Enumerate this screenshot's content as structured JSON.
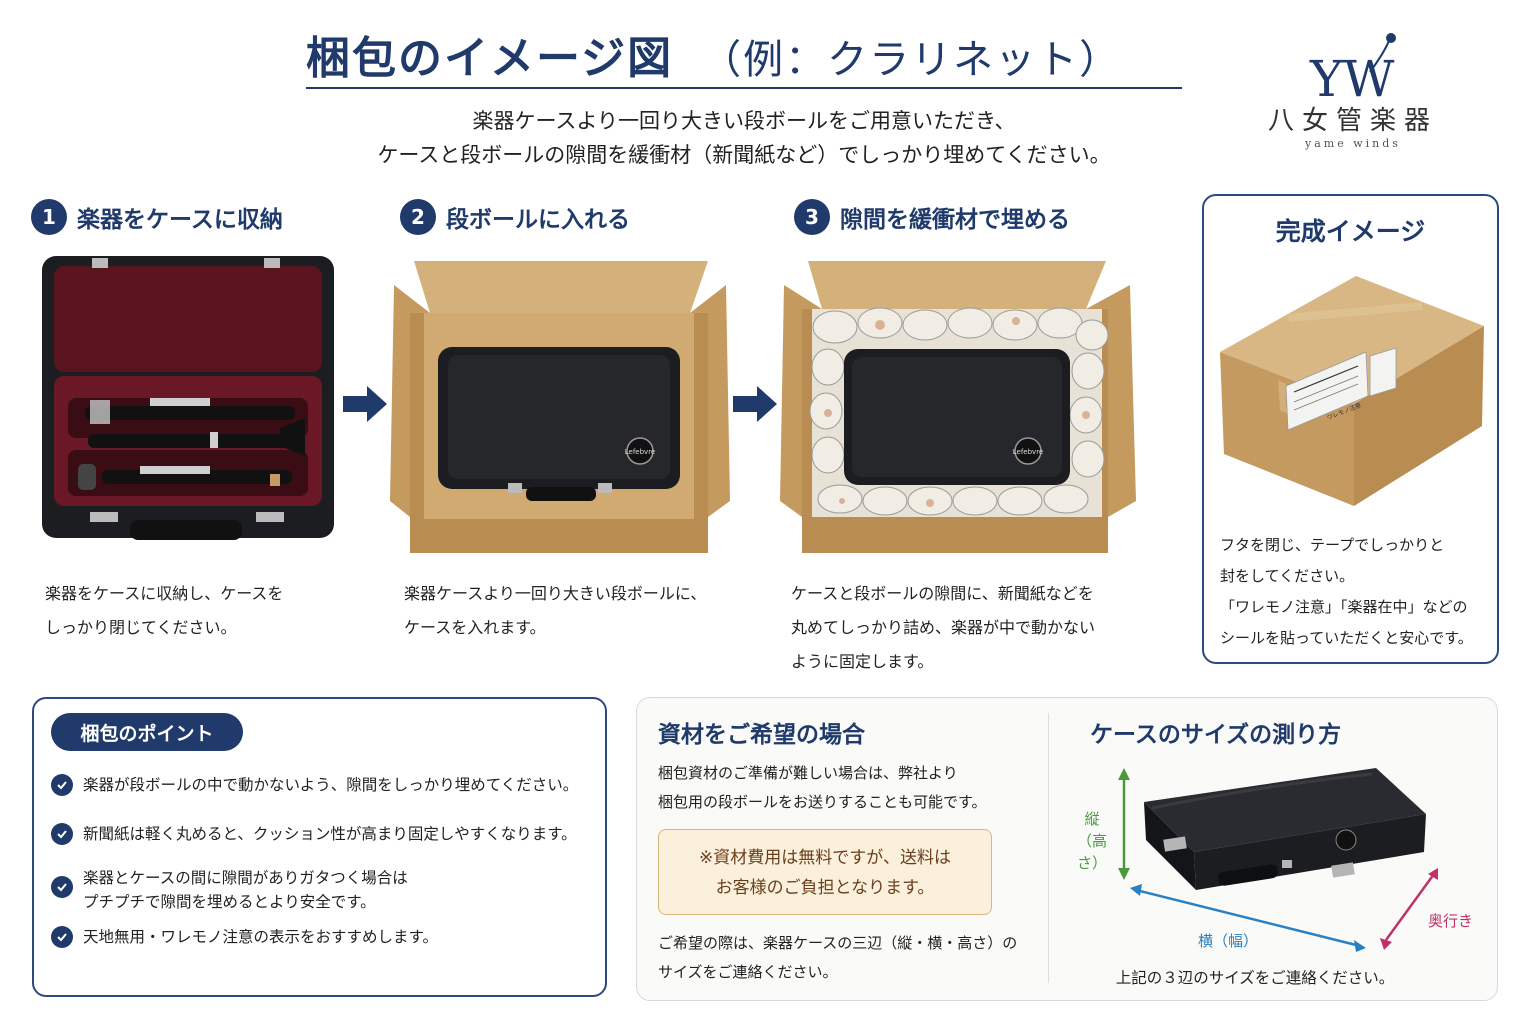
{
  "header": {
    "title": "梱包のイメージ図",
    "subtitle": "（例：クラリネット）",
    "lead_line1": "楽器ケースより一回り大きい段ボールをご用意いただき、",
    "lead_line2": "ケースと段ボールの隙間を緩衝材（新聞紙など）でしっかり埋めてください。"
  },
  "logo": {
    "monogram": "YW",
    "name": "八女管楽器",
    "romaji": "yame winds"
  },
  "steps": [
    {
      "number": "1",
      "title": "楽器をケースに収納",
      "text_line1": "楽器をケースに収納し、ケースを",
      "text_line2": "しっかり閉じてください。"
    },
    {
      "number": "2",
      "title": "段ボールに入れる",
      "text_line1": "楽器ケースより一回り大きい段ボールに、",
      "text_line2": "ケースを入れます。"
    },
    {
      "number": "3",
      "title": "隙間を緩衝材で埋める",
      "text_line1": "ケースと段ボールの隙間に、新聞紙などを",
      "text_line2": "丸めてしっかり詰め、楽器が中で動かない",
      "text_line3": "ように固定します。"
    }
  ],
  "case_brand": "Lefebvre",
  "finished": {
    "title": "完成イメージ",
    "label_text": "ワレモノ注意",
    "text_line1": "フタを閉じ、テープでしっかりと",
    "text_line2": "封をしてください。",
    "text_line3": "「ワレモノ注意」「楽器在中」などの",
    "text_line4": "シールを貼っていただくと安心です。"
  },
  "points": {
    "title": "梱包のポイント",
    "items": [
      {
        "line1": "楽器が段ボールの中で動かないよう、隙間をしっかり埋めてください。"
      },
      {
        "line1": "新聞紙は軽く丸めると、クッション性が高まり固定しやすくなります。"
      },
      {
        "line1": "楽器とケースの間に隙間がありガタつく場合は",
        "line2": "プチプチで隙間を埋めるとより安全です。"
      },
      {
        "line1": "天地無用・ワレモノ注意の表示をおすすめします。"
      }
    ]
  },
  "materials": {
    "title": "資材をご希望の場合",
    "text_line1": "梱包資材のご準備が難しい場合は、弊社より",
    "text_line2": "梱包用の段ボールをお送りすることも可能です。",
    "note_line1": "※資材費用は無料ですが、送料は",
    "note_line2": "お客様のご負担となります。",
    "bottom_line1": "ご希望の際は、楽器ケースの三辺（縦・横・高さ）の",
    "bottom_line2": "サイズをご連絡ください。"
  },
  "measure": {
    "title": "ケースのサイズの測り方",
    "height_label1": "縦",
    "height_label2": "（高さ）",
    "width_label": "横（幅）",
    "depth_label": "奥行き",
    "footer": "上記の３辺のサイズをご連絡ください。"
  },
  "colors": {
    "navy": "#1f3a6b",
    "cardboard": "#c9a46e",
    "case_black": "#1c1d20",
    "velvet": "#5a1420",
    "note_bg": "#fbf0dc",
    "green_arrow": "#4a9a3a",
    "blue_arrow": "#2a7fc0",
    "pink_arrow": "#c0306a"
  }
}
